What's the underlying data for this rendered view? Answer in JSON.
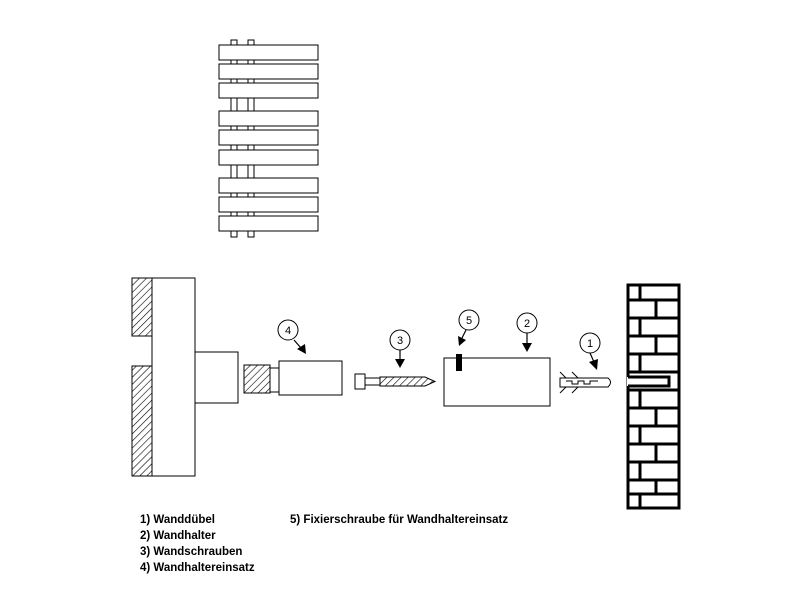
{
  "callouts": [
    "4",
    "3",
    "5",
    "2",
    "1"
  ],
  "legend": {
    "items": [
      "1) Wanddübel",
      "2) Wandhalter",
      "3) Wandschrauben",
      "4) Wandhaltereinsatz",
      "5) Fixierschraube für Wandhaltereinsatz"
    ]
  }
}
